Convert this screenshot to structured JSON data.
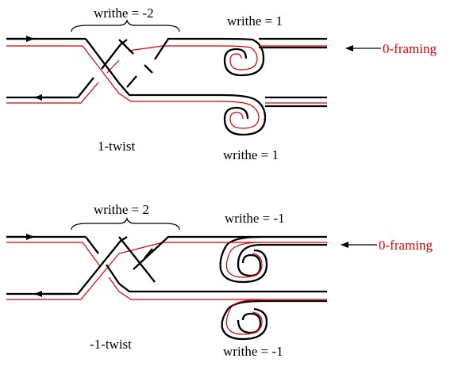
{
  "top_panel": {
    "writhe_crossings": "writhe = -2",
    "writhe_upper_kink": "writhe = 1",
    "writhe_lower_kink": "writhe = 1",
    "twist_label": "1-twist",
    "framing_label": "0-framing"
  },
  "bottom_panel": {
    "writhe_crossings": "writhe = 2",
    "writhe_upper_kink": "writhe = -1",
    "writhe_lower_kink": "writhe = -1",
    "twist_label": "-1-twist",
    "framing_label": "0-framing"
  },
  "colors": {
    "knot_strand": "#000000",
    "framing_curve": "#e00000"
  }
}
